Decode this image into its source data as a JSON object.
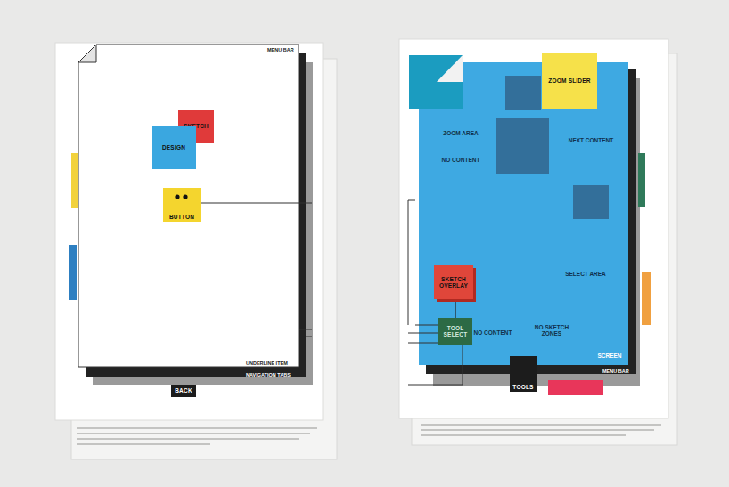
{
  "diagram": {
    "nodes": [
      {
        "text": [
          "SKETCH"
        ]
      },
      {
        "text": [
          "DESIGN"
        ]
      },
      {
        "text": [
          "BUTTON"
        ]
      },
      {
        "text": [
          "BACK"
        ]
      },
      {
        "text": [
          "ZOOM AREA",
          "NO CONTENT",
          "NEXT CONTENT",
          "SELECT AREA",
          "NO CONTENT",
          "NO SKETCH ZONES",
          "SCREEN"
        ]
      },
      {
        "text": [
          "ZOOM SLIDER"
        ]
      },
      {
        "text": [
          "SKETCH OVERLAY"
        ],
        "in": 4
      },
      {
        "text": [
          "TOOL SELECT"
        ],
        "in": 4
      },
      {
        "text": [
          "TOOLS"
        ]
      }
    ],
    "edges": [
      {
        "from": 6,
        "to": 7,
        "arrow": "none"
      }
    ],
    "labels": [
      "MENU BAR",
      "UNDERLINE ITEM",
      "NAVIGATION TABS",
      "MENU BAR"
    ]
  }
}
